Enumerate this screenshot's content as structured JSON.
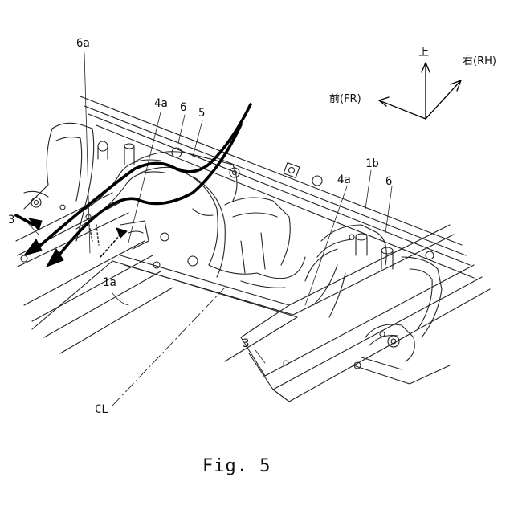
{
  "caption": "Fig. 5",
  "axes": {
    "up": "上",
    "right": "右(RH)",
    "front": "前(FR)"
  },
  "labels": {
    "l6a": "6a",
    "l4a_left": "4a",
    "l6_left": "6",
    "l5": "5",
    "l3_left": "3",
    "l1a": "1a",
    "l4a_right": "4a",
    "l1b": "1b",
    "l6_right": "6",
    "l3_right": "3",
    "lCL": "CL"
  }
}
